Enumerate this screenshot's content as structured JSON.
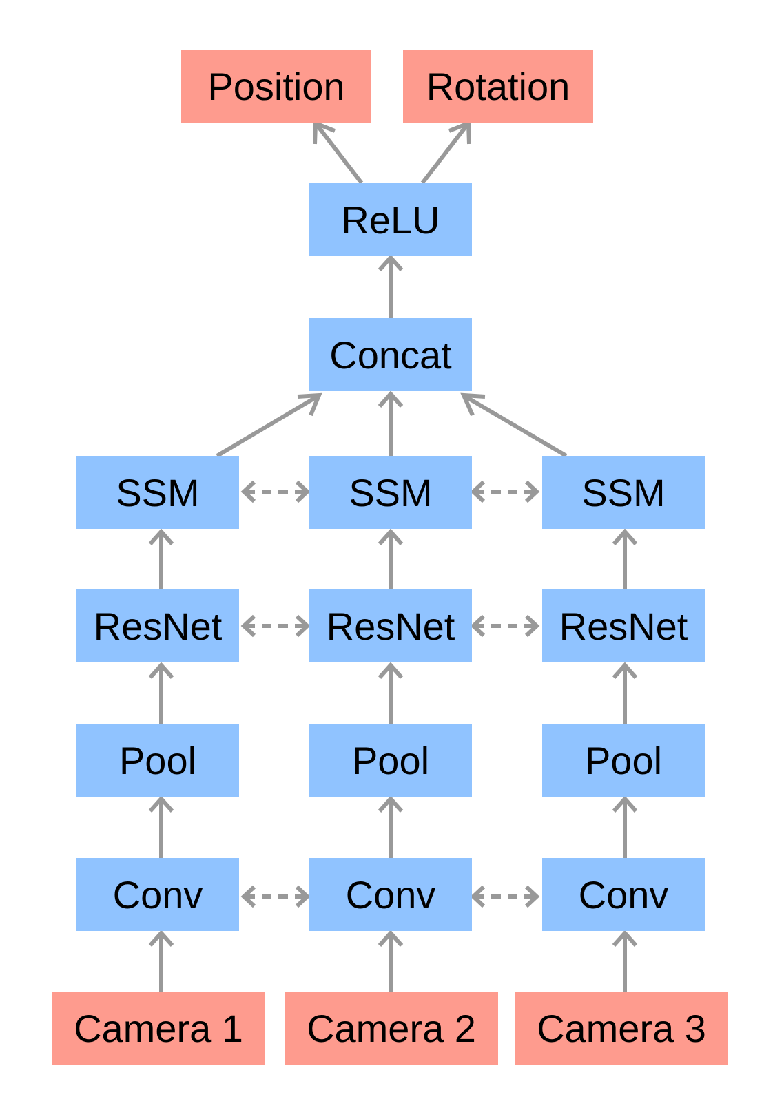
{
  "colors": {
    "layer_fill": "#90c3ff",
    "io_fill": "#fe9b8e",
    "arrow": "#999999"
  },
  "nodes": {
    "position": "Position",
    "rotation": "Rotation",
    "relu": "ReLU",
    "concat": "Concat",
    "ssm": [
      "SSM",
      "SSM",
      "SSM"
    ],
    "resnet": [
      "ResNet",
      "ResNet",
      "ResNet"
    ],
    "pool": [
      "Pool",
      "Pool",
      "Pool"
    ],
    "conv": [
      "Conv",
      "Conv",
      "Conv"
    ],
    "cameras": [
      "Camera 1",
      "Camera 2",
      "Camera 3"
    ]
  }
}
